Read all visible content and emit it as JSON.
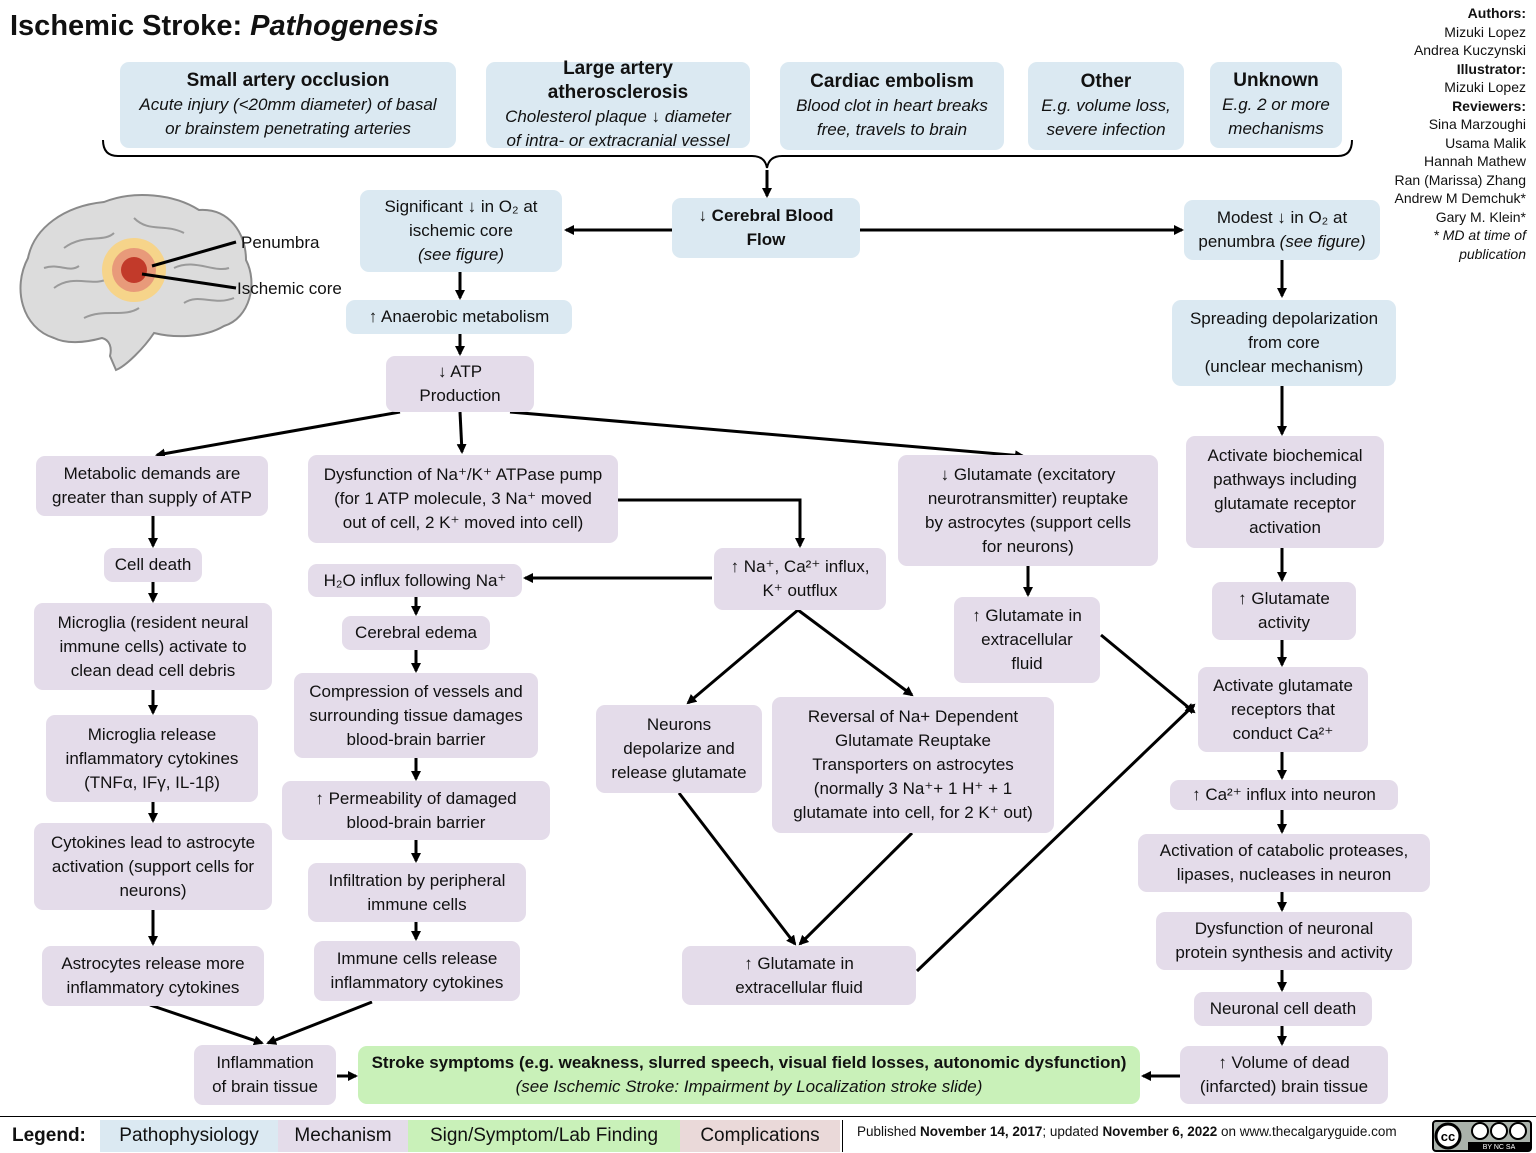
{
  "title": {
    "main": "Ischemic Stroke:",
    "sub": "Pathogenesis"
  },
  "credits": {
    "authors_label": "Authors:",
    "authors": [
      "Mizuki Lopez",
      "Andrea Kuczynski"
    ],
    "illustrator_label": "Illustrator:",
    "illustrators": [
      "Mizuki Lopez"
    ],
    "reviewers_label": "Reviewers:",
    "reviewers": [
      "Sina Marzoughi",
      "Usama Malik",
      "Hannah Mathew",
      "Ran (Marissa) Zhang",
      "Andrew M Demchuk*",
      "Gary M. Klein*"
    ],
    "footnote": [
      "* MD at time of",
      "publication"
    ]
  },
  "causes": [
    {
      "title": "Small artery occlusion",
      "desc": [
        "Acute injury (<20mm diameter) of basal",
        "or brainstem penetrating arteries"
      ]
    },
    {
      "title": "Large artery atherosclerosis",
      "desc": [
        "Cholesterol plaque ↓ diameter",
        "of intra- or extracranial vessel"
      ]
    },
    {
      "title": "Cardiac embolism",
      "desc": [
        "Blood clot in heart breaks",
        "free, travels to brain"
      ]
    },
    {
      "title": "Other",
      "desc": [
        "E.g. volume loss,",
        "severe infection"
      ]
    },
    {
      "title": "Unknown",
      "desc": [
        "E.g. 2 or more",
        "mechanisms"
      ]
    }
  ],
  "figure": {
    "penumbra": "Penumbra",
    "core": "Ischemic core"
  },
  "nodes": {
    "cbf": [
      "↓ Cerebral Blood",
      "Flow"
    ],
    "sig_o2": [
      "Significant ↓ in O₂ at",
      "ischemic core",
      "(see figure)"
    ],
    "anaerobic": "↑ Anaerobic metabolism",
    "atp": [
      "↓ ATP",
      "Production"
    ],
    "modest_o2": [
      "Modest ↓ in O₂ at",
      "penumbra",
      "(see figure)"
    ],
    "spreading": [
      "Spreading depolarization",
      "from core",
      "(unclear mechanism)"
    ],
    "activate_bio": [
      "Activate biochemical",
      "pathways including",
      "glutamate receptor",
      "activation"
    ],
    "glu_activity": [
      "↑ Glutamate",
      "activity"
    ],
    "activate_glu_rec": [
      "Activate glutamate",
      "receptors that",
      "conduct Ca²⁺"
    ],
    "ca_influx": "↑ Ca²⁺ influx into neuron",
    "catabolic": [
      "Activation of catabolic proteases,",
      "lipases, nucleases in neuron"
    ],
    "dysfunction_protein": [
      "Dysfunction of neuronal",
      "protein synthesis and activity"
    ],
    "neuronal_death": "Neuronal cell death",
    "volume_dead": [
      "↑ Volume of dead",
      "(infarcted) brain tissue"
    ],
    "metabolic": [
      "Metabolic demands are",
      "greater than supply of ATP"
    ],
    "cell_death": "Cell death",
    "microglia_act": [
      "Microglia (resident neural",
      "immune cells) activate to",
      "clean dead cell debris"
    ],
    "microglia_rel": [
      "Microglia release",
      "inflammatory cytokines",
      "(TNFα, IFγ, IL-1β)"
    ],
    "cytokines_astro": [
      "Cytokines lead to astrocyte",
      "activation (support cells for",
      "neurons)"
    ],
    "astro_release": [
      "Astrocytes release more",
      "inflammatory cytokines"
    ],
    "inflammation": [
      "Inflammation",
      "of brain tissue"
    ],
    "pump": [
      "Dysfunction of Na⁺/K⁺ ATPase pump",
      "(for 1 ATP  molecule, 3 Na⁺ moved",
      "out of cell, 2 K⁺ moved into cell)"
    ],
    "h2o": "H₂O influx following Na⁺",
    "edema": "Cerebral edema",
    "compression": [
      "Compression of vessels and",
      "surrounding tissue damages",
      "blood-brain barrier"
    ],
    "permeability": [
      "↑ Permeability of damaged",
      "blood-brain barrier"
    ],
    "infiltration": [
      "Infiltration by peripheral",
      "immune cells"
    ],
    "immune_release": [
      "Immune cells release",
      "inflammatory cytokines"
    ],
    "na_ca": [
      "↑ Na⁺, Ca²⁺ influx,",
      "K⁺ outflux"
    ],
    "neurons_depol": [
      "Neurons",
      "depolarize and",
      "release glutamate"
    ],
    "reversal": [
      "Reversal of Na+ Dependent",
      "Glutamate Reuptake",
      "Transporters on astrocytes",
      "(normally 3 Na⁺+ 1 H⁺ + 1",
      "glutamate into cell, for 2 K⁺ out)"
    ],
    "glu_extra_bottom": [
      "↑ Glutamate in",
      "extracellular fluid"
    ],
    "glu_reuptake": [
      "↓ Glutamate (excitatory",
      "neurotransmitter) reuptake",
      "by astrocytes (support cells",
      "for neurons)"
    ],
    "glu_extra_right": [
      "↑ Glutamate in",
      "extracellular",
      "fluid"
    ],
    "symptoms": [
      "Stroke symptoms (e.g. weakness, slurred speech, visual field losses, autonomic dysfunction)",
      "(see Ischemic Stroke: Impairment by Localization stroke slide)"
    ]
  },
  "legend": {
    "label": "Legend:",
    "items": [
      {
        "label": "Pathophysiology",
        "color": "#dbe9f2"
      },
      {
        "label": "Mechanism",
        "color": "#e4dcea"
      },
      {
        "label": "Sign/Symptom/Lab Finding",
        "color": "#c9f1b9"
      },
      {
        "label": "Complications",
        "color": "#ead9d9"
      }
    ]
  },
  "published": {
    "prefix": "Published ",
    "date1": "November 14, 2017",
    "mid": "; updated ",
    "date2": "November 6, 2022",
    "suffix": " on www.thecalgaryguide.com"
  },
  "license": {
    "cc": "cc",
    "tag": "BY  NC  SA"
  }
}
